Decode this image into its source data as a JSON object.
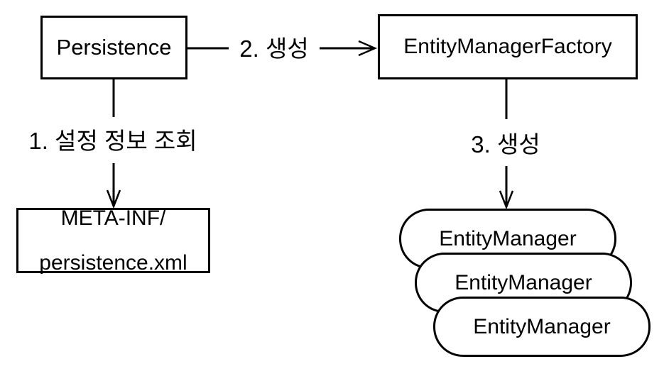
{
  "diagram": {
    "background_color": "#ffffff",
    "stroke_color": "#000000",
    "nodes": {
      "persistence": {
        "label": "Persistence"
      },
      "entity_manager_factory": {
        "label": "EntityManagerFactory"
      },
      "meta_inf": {
        "line1": "META-INF/",
        "line2": "persistence.xml"
      },
      "entity_manager_back": {
        "label": "EntityManager"
      },
      "entity_manager_middle": {
        "label": "EntityManager"
      },
      "entity_manager_front": {
        "label": "EntityManager"
      }
    },
    "edges": {
      "config_lookup": {
        "label": "1. 설정 정보 조회"
      },
      "create_factory": {
        "label": "2. 생성"
      },
      "create_entity_manager": {
        "label": "3. 생성"
      }
    }
  }
}
